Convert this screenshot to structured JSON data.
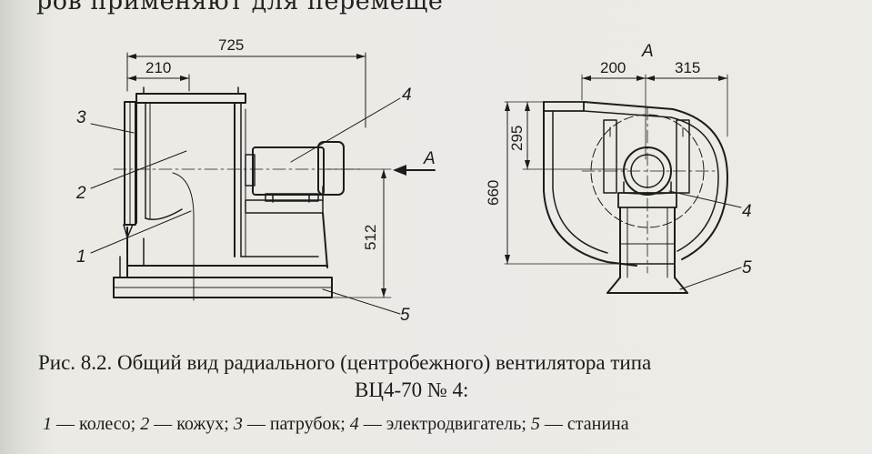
{
  "top_text": "ров применяют для перемеще",
  "dimensions": {
    "overall_length": "725",
    "inlet_offset": "210",
    "shaft_height": "512",
    "height": "660",
    "outlet_upper": "295",
    "left_half": "200",
    "right_half": "315"
  },
  "view_marker": "A",
  "part_numbers": {
    "side": [
      "3",
      "2",
      "1",
      "4",
      "5"
    ],
    "front": [
      "4",
      "5"
    ]
  },
  "caption": {
    "line1": "Рис. 8.2. Общий вид радиального (центробежного) вентилятора типа",
    "line2": "ВЦ4-70 № 4:"
  },
  "legend": [
    {
      "num": "1",
      "text": "колесо;"
    },
    {
      "num": "2",
      "text": "кожух;"
    },
    {
      "num": "3",
      "text": "патрубок;"
    },
    {
      "num": "4",
      "text": "электродвигатель;"
    },
    {
      "num": "5",
      "text": "станина"
    }
  ],
  "legend_separator": "—"
}
